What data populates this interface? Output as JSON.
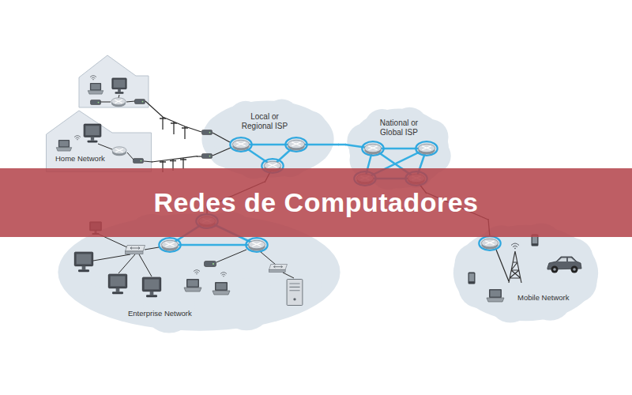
{
  "diagram": {
    "title": "Redes de Computadores",
    "nodes": [
      {
        "text": [
          "Home Network"
        ]
      },
      {
        "text": [
          "Local or Regional ISP"
        ]
      },
      {
        "text": [
          "National or Global ISP"
        ]
      },
      {
        "text": [
          "Enterprise Network"
        ]
      },
      {
        "text": [
          "Mobile Network"
        ]
      }
    ],
    "edges": [
      {
        "from": 0,
        "to": 1,
        "arrow": "none"
      },
      {
        "from": 1,
        "to": 2,
        "arrow": "none"
      },
      {
        "from": 1,
        "to": 3,
        "arrow": "none"
      },
      {
        "from": 2,
        "to": 4,
        "arrow": "none"
      }
    ]
  }
}
